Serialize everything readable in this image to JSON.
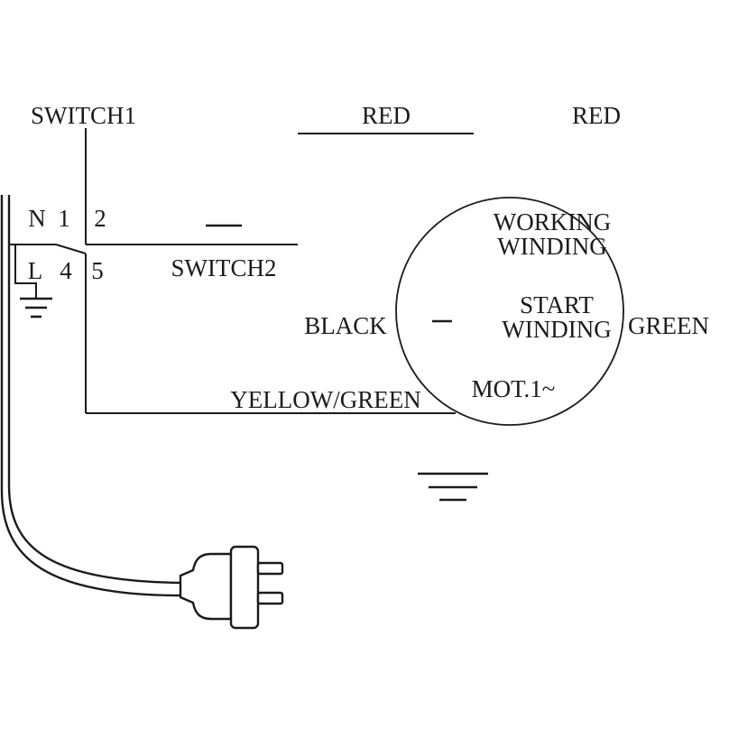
{
  "labels": {
    "switch1": "SWITCH1",
    "switch2": "SWITCH2",
    "red_top": "RED",
    "red_right": "RED",
    "terminal_n": "N",
    "terminal_1": "1",
    "terminal_2": "2",
    "terminal_l": "L",
    "terminal_4": "4",
    "terminal_5": "5",
    "black": "BLACK",
    "green": "GREEN",
    "yellow_green": "YELLOW/GREEN",
    "working_line1": "WORKING",
    "working_line2": "WINDING",
    "start_line1": "START",
    "start_line2": "WINDING",
    "motor": "MOT.1~"
  },
  "colors": {
    "line": "#1b1b1b",
    "background": "#ffffff"
  }
}
